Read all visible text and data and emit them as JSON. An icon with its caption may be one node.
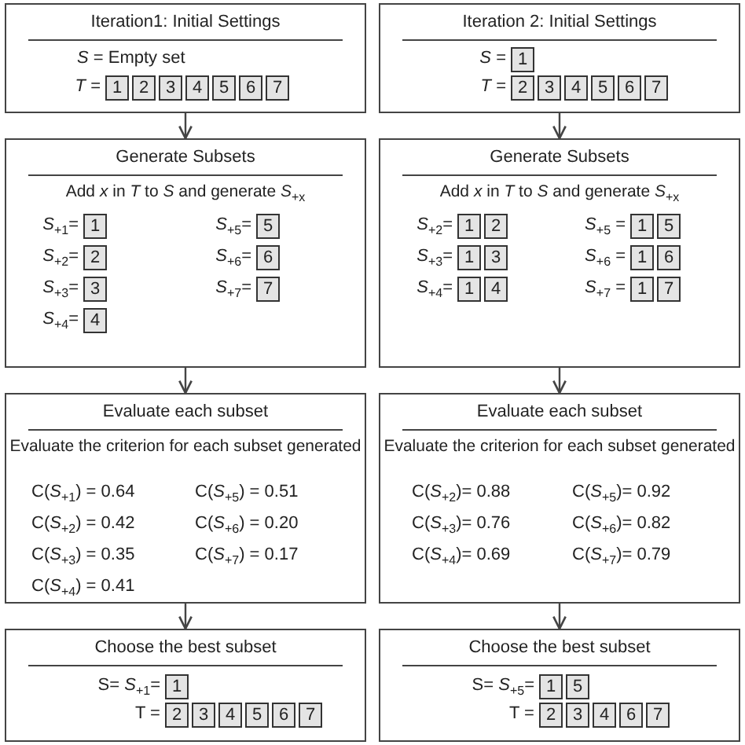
{
  "diagram": {
    "nodes": [
      {
        "text": [
          "Iteration1: Initial Settings",
          "*S* = Empty set",
          "*T* ="
        ]
      },
      {
        "text": [
          "1"
        ],
        "in": 0
      },
      {
        "text": [
          "2"
        ],
        "in": 0
      },
      {
        "text": [
          "3"
        ],
        "in": 0
      },
      {
        "text": [
          "4"
        ],
        "in": 0
      },
      {
        "text": [
          "5"
        ],
        "in": 0
      },
      {
        "text": [
          "6"
        ],
        "in": 0
      },
      {
        "text": [
          "7"
        ],
        "in": 0
      },
      {
        "text": [
          "Generate Subsets",
          "Add *x* in *T* to *S* and generate *S*$_{+x}$",
          "*S*$_{+1}$=",
          "*S*$_{+2}$=",
          "*S*$_{+3}$=",
          "*S*$_{+4}$=",
          "*S*$_{+5}$=",
          "*S*$_{+6}$=",
          "*S*$_{+7}$="
        ]
      },
      {
        "text": [
          "1"
        ],
        "in": 8
      },
      {
        "text": [
          "2"
        ],
        "in": 8
      },
      {
        "text": [
          "3"
        ],
        "in": 8
      },
      {
        "text": [
          "4"
        ],
        "in": 8
      },
      {
        "text": [
          "5"
        ],
        "in": 8
      },
      {
        "text": [
          "6"
        ],
        "in": 8
      },
      {
        "text": [
          "7"
        ],
        "in": 8
      },
      {
        "text": [
          "Evaluate each subset",
          "Evaluate the criterion for each subset generated",
          "C(*S*$_{+1}$) = 0.64",
          "C(*S*$_{+2}$) = 0.42",
          "C(*S*$_{+3}$) = 0.35",
          "C(*S*$_{+4}$) = 0.41",
          "C(*S*$_{+5}$) = 0.51",
          "C(*S*$_{+6}$) = 0.20",
          "C(*S*$_{+7}$) = 0.17"
        ]
      },
      {
        "text": [
          "Choose the best subset",
          "S= *S*$_{+1}$=",
          "T ="
        ]
      },
      {
        "text": [
          "1"
        ],
        "in": 17
      },
      {
        "text": [
          "2"
        ],
        "in": 17
      },
      {
        "text": [
          "3"
        ],
        "in": 17
      },
      {
        "text": [
          "4"
        ],
        "in": 17
      },
      {
        "text": [
          "5"
        ],
        "in": 17
      },
      {
        "text": [
          "6"
        ],
        "in": 17
      },
      {
        "text": [
          "7"
        ],
        "in": 17
      },
      {
        "text": [
          "Iteration 2: Initial Settings",
          "*S* =",
          "*T* ="
        ]
      },
      {
        "text": [
          "1"
        ],
        "in": 25
      },
      {
        "text": [
          "2"
        ],
        "in": 25
      },
      {
        "text": [
          "3"
        ],
        "in": 25
      },
      {
        "text": [
          "4"
        ],
        "in": 25
      },
      {
        "text": [
          "5"
        ],
        "in": 25
      },
      {
        "text": [
          "6"
        ],
        "in": 25
      },
      {
        "text": [
          "7"
        ],
        "in": 25
      },
      {
        "text": [
          "Generate Subsets",
          "Add *x* in *T* to *S* and generate *S*$_{+x}$",
          "*S*$_{+2}$=",
          "*S*$_{+3}$=",
          "*S*$_{+4}$=",
          "*S*$_{+5}$ =",
          "*S*$_{+6}$ =",
          "*S*$_{+7}$ ="
        ]
      },
      {
        "text": [
          "1"
        ],
        "in": 33
      },
      {
        "text": [
          "2"
        ],
        "in": 33
      },
      {
        "text": [
          "1"
        ],
        "in": 33
      },
      {
        "text": [
          "3"
        ],
        "in": 33
      },
      {
        "text": [
          "1"
        ],
        "in": 33
      },
      {
        "text": [
          "4"
        ],
        "in": 33
      },
      {
        "text": [
          "1"
        ],
        "in": 33
      },
      {
        "text": [
          "5"
        ],
        "in": 33
      },
      {
        "text": [
          "1"
        ],
        "in": 33
      },
      {
        "text": [
          "6"
        ],
        "in": 33
      },
      {
        "text": [
          "1"
        ],
        "in": 33
      },
      {
        "text": [
          "7"
        ],
        "in": 33
      },
      {
        "text": [
          "Evaluate each subset",
          "Evaluate the criterion for each subset generated",
          "C(*S*$_{+2}$)= 0.88",
          "C(*S*$_{+3}$)= 0.76",
          "C(*S*$_{+4}$)= 0.69",
          "C(*S*$_{+5}$)= 0.92",
          "C(*S*$_{+6}$)= 0.82",
          "C(*S*$_{+7}$)= 0.79"
        ]
      },
      {
        "text": [
          "Choose the best subset",
          "S= *S*$_{+5}$=",
          "T ="
        ]
      },
      {
        "text": [
          "1"
        ],
        "in": 47
      },
      {
        "text": [
          "5"
        ],
        "in": 47
      },
      {
        "text": [
          "2"
        ],
        "in": 47
      },
      {
        "text": [
          "3"
        ],
        "in": 47
      },
      {
        "text": [
          "4"
        ],
        "in": 47
      },
      {
        "text": [
          "6"
        ],
        "in": 47
      },
      {
        "text": [
          "7"
        ],
        "in": 47
      }
    ],
    "edges": [
      {
        "from": 0,
        "to": 8,
        "arrow": "to"
      },
      {
        "from": 8,
        "to": 16,
        "arrow": "to"
      },
      {
        "from": 16,
        "to": 17,
        "arrow": "to"
      },
      {
        "from": 25,
        "to": 33,
        "arrow": "to"
      },
      {
        "from": 33,
        "to": 46,
        "arrow": "to"
      },
      {
        "from": 46,
        "to": 47,
        "arrow": "to"
      }
    ]
  }
}
